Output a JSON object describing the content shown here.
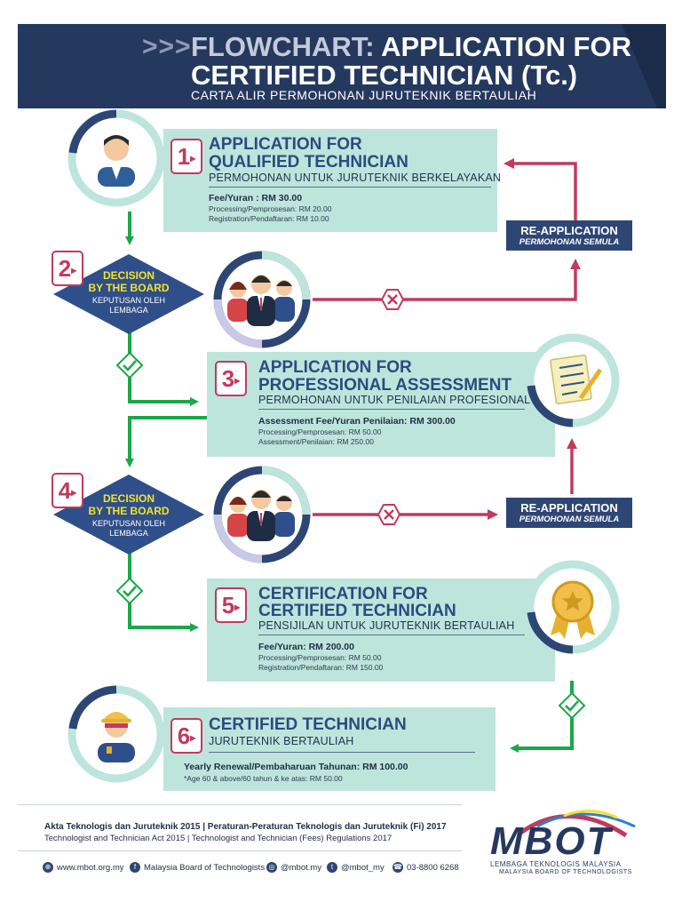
{
  "header": {
    "chevrons": ">>>",
    "title_prefix": "FLOWCHART:",
    "title_line1_rest": "APPLICATION FOR",
    "title_line2": "CERTIFIED TECHNICIAN (Tc.)",
    "subtitle": "CARTA ALIR PERMOHONAN JURUTEKNIK BERTAULIAH"
  },
  "steps": [
    {
      "num": "1",
      "title_line1": "APPLICATION FOR",
      "title_line2": "QUALIFIED TECHNICIAN",
      "subtitle": "PERMOHONAN UNTUK JURUTEKNIK BERKELAYAKAN",
      "fee": "Fee/Yuran : RM 30.00",
      "detail1": "Processing/Pemprosesan: RM 20.00",
      "detail2": "Registration/Pendaftaran: RM 10.00"
    },
    {
      "num": "3",
      "title_line1": "APPLICATION FOR",
      "title_line2": "PROFESSIONAL ASSESSMENT",
      "subtitle": "PERMOHONAN UNTUK PENILAIAN PROFESIONAL",
      "fee": "Assessment Fee/Yuran Penilaian: RM 300.00",
      "detail1": "Processing/Pemprosesan: RM 50.00",
      "detail2": "Assessment/Penilaian: RM 250.00"
    },
    {
      "num": "5",
      "title_line1": "CERTIFICATION FOR",
      "title_line2": "CERTIFIED TECHNICIAN",
      "subtitle": "PENSIJILAN UNTUK JURUTEKNIK BERTAULIAH",
      "fee": "Fee/Yuran: RM 200.00",
      "detail1": "Processing/Pemprosesan: RM 50.00",
      "detail2": "Registration/Pendaftaran: RM 150.00"
    },
    {
      "num": "6",
      "title_line1": "CERTIFIED TECHNICIAN",
      "subtitle": "JURUTEKNIK BERTAULIAH",
      "fee": "Yearly Renewal/Pembaharuan Tahunan: RM 100.00",
      "detail1": "*Age 60 & above/60 tahun & ke atas: RM 50.00"
    }
  ],
  "decisions": [
    {
      "num": "2",
      "title_line1": "DECISION",
      "title_line2": "BY THE BOARD",
      "sub_line1": "KEPUTUSAN OLEH",
      "sub_line2": "LEMBAGA"
    },
    {
      "num": "4",
      "title_line1": "DECISION",
      "title_line2": "BY THE BOARD",
      "sub_line1": "KEPUTUSAN OLEH",
      "sub_line2": "LEMBAGA"
    }
  ],
  "reapplication": [
    {
      "label": "RE-APPLICATION",
      "sub": "PERMOHONAN SEMULA"
    },
    {
      "label": "RE-APPLICATION",
      "sub": "PERMOHONAN SEMULA"
    }
  ],
  "footer": {
    "act_line": "Akta Teknologis dan Juruteknik 2015 | Peraturan-Peraturan Teknologis dan Juruteknik (Fi) 2017",
    "act_line_en": "Technologist and Technician Act 2015 | Technologist and Technician (Fees) Regulations 2017",
    "website": "www.mbot.org.my",
    "facebook": "Malaysia Board of Technologists",
    "instagram": "@mbot.my",
    "twitter": "@mbot_my",
    "phone": "03-8800 6268"
  },
  "logo": {
    "text": "MBOT",
    "sub1": "LEMBAGA TEKNOLOGIS MALAYSIA",
    "sub2": "MALAYSIA BOARD OF TECHNOLOGISTS"
  },
  "colors": {
    "navy": "#25395f",
    "mint": "#bde5dc",
    "crimson": "#c23a5e",
    "green": "#1aa84a",
    "decision_blue": "#2f4f8a",
    "yellow": "#f3e32a"
  }
}
